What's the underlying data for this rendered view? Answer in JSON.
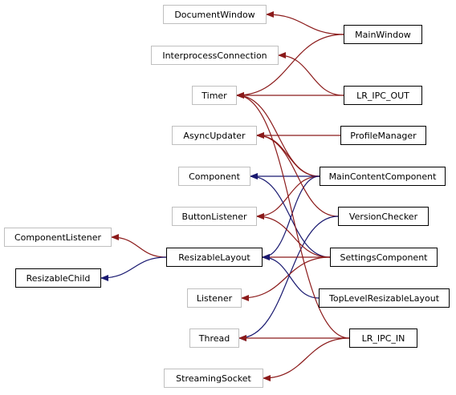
{
  "colors": {
    "inheritance": "#191970",
    "usage": "#8b1a1a",
    "documented_border": "#000000",
    "undocumented_border": "#bfbfbf"
  },
  "nodes": {
    "document_window": "DocumentWindow",
    "interprocess_connection": "InterprocessConnection",
    "timer": "Timer",
    "async_updater": "AsyncUpdater",
    "component": "Component",
    "button_listener": "ButtonListener",
    "component_listener": "ComponentListener",
    "resizable_child": "ResizableChild",
    "resizable_layout": "ResizableLayout",
    "listener": "Listener",
    "thread": "Thread",
    "streaming_socket": "StreamingSocket",
    "main_window": "MainWindow",
    "lr_ipc_out": "LR_IPC_OUT",
    "profile_manager": "ProfileManager",
    "main_content_component": "MainContentComponent",
    "version_checker": "VersionChecker",
    "settings_component": "SettingsComponent",
    "top_level_resizable_layout": "TopLevelResizableLayout",
    "lr_ipc_in": "LR_IPC_IN"
  },
  "edges": [
    {
      "from": "main_window",
      "to": "document_window",
      "kind": "usage"
    },
    {
      "from": "main_window",
      "to": "timer",
      "kind": "usage"
    },
    {
      "from": "lr_ipc_out",
      "to": "interprocess_connection",
      "kind": "usage"
    },
    {
      "from": "lr_ipc_out",
      "to": "timer",
      "kind": "usage"
    },
    {
      "from": "profile_manager",
      "to": "async_updater",
      "kind": "usage"
    },
    {
      "from": "main_content_component",
      "to": "timer",
      "kind": "usage"
    },
    {
      "from": "main_content_component",
      "to": "async_updater",
      "kind": "usage"
    },
    {
      "from": "main_content_component",
      "to": "component",
      "kind": "inheritance"
    },
    {
      "from": "main_content_component",
      "to": "button_listener",
      "kind": "usage"
    },
    {
      "from": "main_content_component",
      "to": "resizable_layout",
      "kind": "inheritance"
    },
    {
      "from": "version_checker",
      "to": "async_updater",
      "kind": "usage"
    },
    {
      "from": "version_checker",
      "to": "thread",
      "kind": "inheritance"
    },
    {
      "from": "settings_component",
      "to": "component",
      "kind": "inheritance"
    },
    {
      "from": "settings_component",
      "to": "button_listener",
      "kind": "usage"
    },
    {
      "from": "settings_component",
      "to": "resizable_layout",
      "kind": "usage"
    },
    {
      "from": "settings_component",
      "to": "listener",
      "kind": "usage"
    },
    {
      "from": "top_level_resizable_layout",
      "to": "resizable_layout",
      "kind": "inheritance"
    },
    {
      "from": "lr_ipc_in",
      "to": "timer",
      "kind": "usage"
    },
    {
      "from": "lr_ipc_in",
      "to": "thread",
      "kind": "usage"
    },
    {
      "from": "lr_ipc_in",
      "to": "streaming_socket",
      "kind": "usage"
    },
    {
      "from": "resizable_layout",
      "to": "component_listener",
      "kind": "usage"
    },
    {
      "from": "resizable_layout",
      "to": "resizable_child",
      "kind": "inheritance"
    }
  ]
}
